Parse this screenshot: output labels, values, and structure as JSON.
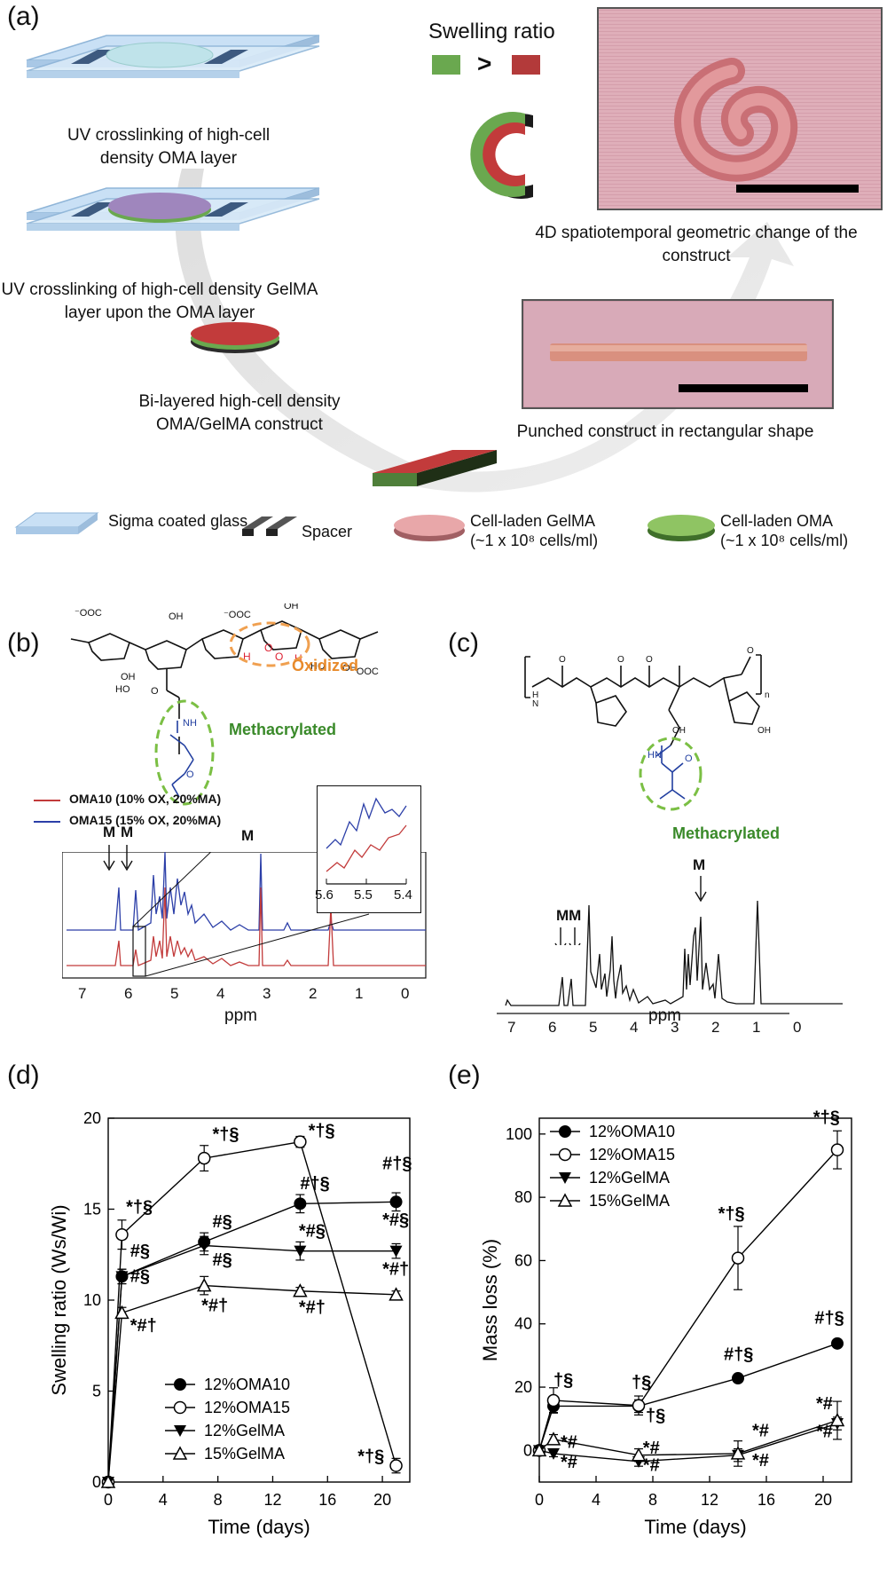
{
  "panel_a": {
    "label": "(a)",
    "swelling_ratio_title": "Swelling ratio",
    "compare_symbol": ">",
    "step1": "UV crosslinking of high-cell density OMA layer",
    "step2": "UV crosslinking of high-cell density GelMA layer upon the OMA layer",
    "step3": "Bi-layered high-cell density OMA/GelMA construct",
    "photo1_caption": "4D spatiotemporal geometric change of the construct",
    "photo2_caption": "Punched construct in rectangular shape",
    "legend": {
      "glass": "Sigma coated glass",
      "spacer": "Spacer",
      "gelma": "Cell-laden GelMA",
      "gelma_conc": "(~1 x 10⁸ cells/ml)",
      "oma": "Cell-laden OMA",
      "oma_conc": "(~1 x 10⁸ cells/ml)"
    },
    "colors": {
      "gelma": "#c23b3b",
      "oma": "#6aa84f",
      "glass": "#b7d7f2",
      "spacer": "#3d5a80"
    }
  },
  "panel_b": {
    "label": "(b)",
    "oxidized": "Oxidized",
    "methacrylated": "Methacrylated",
    "legend": [
      "OMA10 (10% OX, 20%MA)",
      "OMA15 (15% OX, 20%MA)"
    ],
    "peak_label": "M",
    "xlabel": "ppm",
    "xticks": [
      "7",
      "6",
      "5",
      "4",
      "3",
      "2",
      "1",
      "0"
    ],
    "inset_ticks": [
      "5.6",
      "5.5",
      "5.4"
    ]
  },
  "panel_c": {
    "label": "(c)",
    "methacrylated": "Methacrylated",
    "peak_label": "M",
    "peak_label_double": "MM",
    "xlabel": "ppm",
    "xticks": [
      "7",
      "6",
      "5",
      "4",
      "3",
      "2",
      "1",
      "0"
    ]
  },
  "chart_data": [
    {
      "panel": "(d)",
      "type": "line",
      "xlabel": "Time (days)",
      "ylabel": "Swelling ratio (Ws/Wi)",
      "xlim": [
        0,
        22
      ],
      "ylim": [
        0,
        20
      ],
      "xticks": [
        0,
        4,
        8,
        12,
        16,
        20
      ],
      "yticks": [
        0,
        5,
        10,
        15,
        20
      ],
      "legend_position": "bottom-right",
      "series": [
        {
          "name": "12%OMA10",
          "marker": "filled-circle",
          "x": [
            0,
            1,
            7,
            14,
            21
          ],
          "y": [
            0,
            11.3,
            13.2,
            15.3,
            15.4
          ],
          "err": [
            0,
            0.4,
            0.5,
            0.5,
            0.5
          ]
        },
        {
          "name": "12%OMA15",
          "marker": "open-circle",
          "x": [
            0,
            1,
            7,
            14,
            21
          ],
          "y": [
            0,
            13.6,
            17.8,
            18.7,
            0.9
          ],
          "err": [
            0,
            0.8,
            0.7,
            0.3,
            0.4
          ]
        },
        {
          "name": "12%GelMA",
          "marker": "filled-triangle-down",
          "x": [
            0,
            1,
            7,
            14,
            21
          ],
          "y": [
            0,
            11.3,
            13.0,
            12.7,
            12.7
          ],
          "err": [
            0,
            0.4,
            0.5,
            0.5,
            0.4
          ]
        },
        {
          "name": "15%GelMA",
          "marker": "open-triangle-up",
          "x": [
            0,
            1,
            7,
            14,
            21
          ],
          "y": [
            0,
            9.3,
            10.8,
            10.5,
            10.3
          ],
          "err": [
            0,
            0.3,
            0.5,
            0.2,
            0.2
          ]
        }
      ],
      "annotations": [
        {
          "text": "*†§",
          "x": 1.3,
          "y": 14.8
        },
        {
          "text": "#§",
          "x": 1.6,
          "y": 12.4
        },
        {
          "text": "#§",
          "x": 1.6,
          "y": 11.0
        },
        {
          "text": "*#†",
          "x": 1.6,
          "y": 8.3
        },
        {
          "text": "*†§",
          "x": 7.6,
          "y": 18.8
        },
        {
          "text": "#§",
          "x": 7.6,
          "y": 14.0
        },
        {
          "text": "#§",
          "x": 7.6,
          "y": 11.9
        },
        {
          "text": "*#†",
          "x": 6.8,
          "y": 9.4
        },
        {
          "text": "*†§",
          "x": 14.6,
          "y": 19.0
        },
        {
          "text": "#†§",
          "x": 14.0,
          "y": 16.1
        },
        {
          "text": "*#§",
          "x": 13.9,
          "y": 13.5
        },
        {
          "text": "*#†",
          "x": 13.9,
          "y": 9.3
        },
        {
          "text": "#†§",
          "x": 20.0,
          "y": 17.2
        },
        {
          "text": "*#§",
          "x": 20.0,
          "y": 14.1
        },
        {
          "text": "*#†",
          "x": 20.0,
          "y": 11.4
        },
        {
          "text": "*†§",
          "x": 18.2,
          "y": 1.1
        }
      ]
    },
    {
      "panel": "(e)",
      "type": "line",
      "xlabel": "Time (days)",
      "ylabel": "Mass loss (%)",
      "xlim": [
        0,
        22
      ],
      "ylim": [
        -10,
        105
      ],
      "xticks": [
        0,
        4,
        8,
        12,
        16,
        20
      ],
      "yticks": [
        0,
        20,
        40,
        60,
        80,
        100
      ],
      "legend_position": "top-left",
      "series": [
        {
          "name": "12%OMA10",
          "marker": "filled-circle",
          "x": [
            0,
            1,
            7,
            14,
            21
          ],
          "y": [
            0,
            14.0,
            14.0,
            22.8,
            33.8
          ],
          "err": [
            0,
            2,
            2,
            1,
            1
          ]
        },
        {
          "name": "12%OMA15",
          "marker": "open-circle",
          "x": [
            0,
            1,
            7,
            14,
            21
          ],
          "y": [
            0,
            15.8,
            14.2,
            60.8,
            95.0
          ],
          "err": [
            0,
            4,
            3,
            10,
            6
          ]
        },
        {
          "name": "12%GelMA",
          "marker": "filled-triangle-down",
          "x": [
            0,
            1,
            7,
            14,
            21
          ],
          "y": [
            0,
            -1.0,
            -3.5,
            -1.5,
            8.5
          ],
          "err": [
            0,
            1,
            1.5,
            2,
            2
          ]
        },
        {
          "name": "15%GelMA",
          "marker": "open-triangle-up",
          "x": [
            0,
            1,
            7,
            14,
            21
          ],
          "y": [
            0,
            3.5,
            -1.5,
            -1.0,
            9.5
          ],
          "err": [
            0,
            1.5,
            2,
            4,
            6
          ]
        }
      ],
      "annotations": [
        {
          "text": "†§",
          "x": 1.0,
          "y": 20.5
        },
        {
          "text": "†§",
          "x": 6.5,
          "y": 19.8
        },
        {
          "text": "†§",
          "x": 7.5,
          "y": 9.2
        },
        {
          "text": "*†§",
          "x": 12.6,
          "y": 73.0
        },
        {
          "text": "#†§",
          "x": 13.0,
          "y": 28.5
        },
        {
          "text": "*†§",
          "x": 19.3,
          "y": 103.5
        },
        {
          "text": "#†§",
          "x": 19.4,
          "y": 40.0
        },
        {
          "text": "*#",
          "x": 1.5,
          "y": 0.8
        },
        {
          "text": "*#",
          "x": 1.5,
          "y": -5.5
        },
        {
          "text": "*#",
          "x": 7.3,
          "y": -1.0
        },
        {
          "text": "*#",
          "x": 7.3,
          "y": -6.5
        },
        {
          "text": "*#",
          "x": 15.0,
          "y": 4.5
        },
        {
          "text": "*#",
          "x": 15.0,
          "y": -5.0
        },
        {
          "text": "*#",
          "x": 19.5,
          "y": 13.0
        },
        {
          "text": "*#",
          "x": 19.5,
          "y": 4.2
        }
      ]
    }
  ],
  "panel_labels": {
    "d": "(d)",
    "e": "(e)"
  }
}
